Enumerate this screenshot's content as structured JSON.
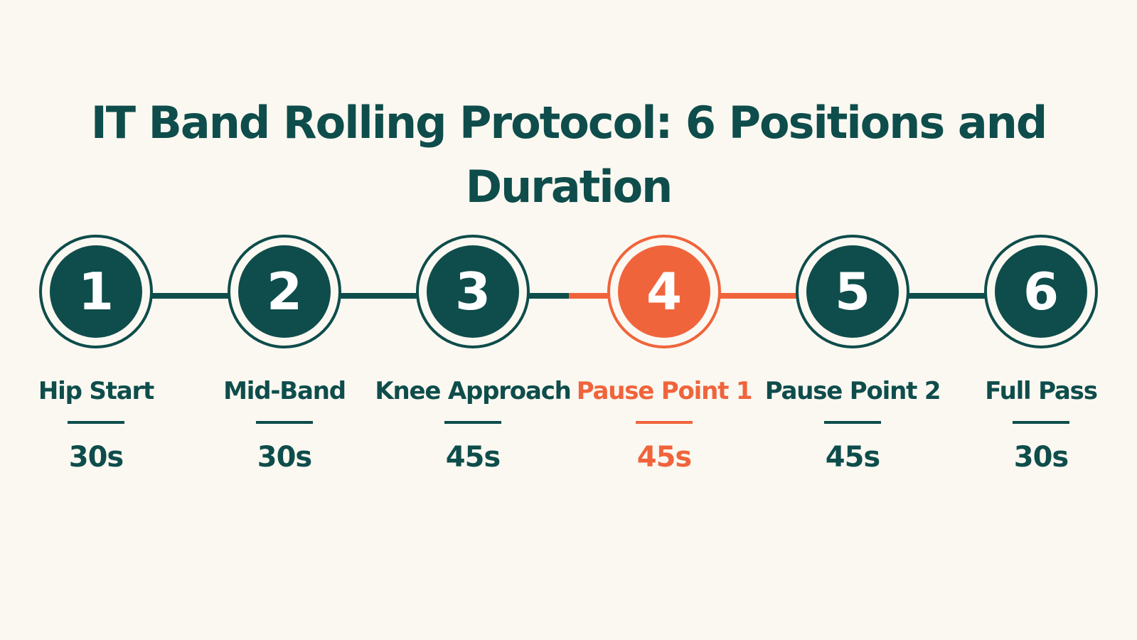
{
  "title": "IT Band Rolling Protocol: 6 Positions and Duration",
  "colors": {
    "primary": "#0e4d4b",
    "accent": "#f0643c",
    "background": "#fbf8f1"
  },
  "steps": [
    {
      "number": "1",
      "label": "Hip Start",
      "duration": "30s",
      "highlight": false
    },
    {
      "number": "2",
      "label": "Mid-Band",
      "duration": "30s",
      "highlight": false
    },
    {
      "number": "3",
      "label": "Knee Approach",
      "duration": "45s",
      "highlight": false
    },
    {
      "number": "4",
      "label": "Pause Point 1",
      "duration": "45s",
      "highlight": true
    },
    {
      "number": "5",
      "label": "Pause Point 2",
      "duration": "45s",
      "highlight": false
    },
    {
      "number": "6",
      "label": "Full Pass",
      "duration": "30s",
      "highlight": false
    }
  ]
}
